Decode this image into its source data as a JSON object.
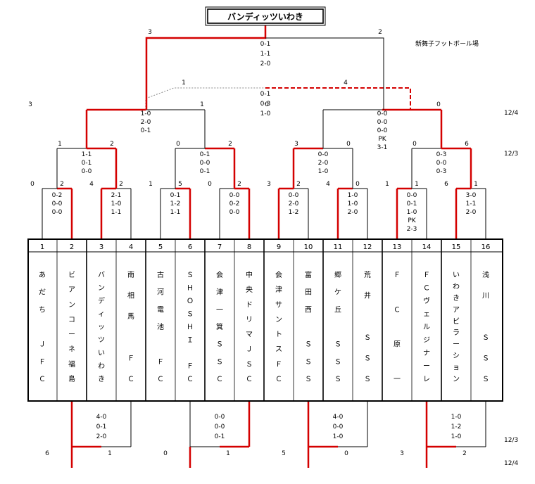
{
  "title": "バンディッツいわき",
  "venue": "新舞子フットボール場",
  "dates": {
    "d124_top": "12/4",
    "d123_top": "12/3",
    "d123_bottom": "12/3",
    "d124_bottom": "12/4"
  },
  "teams": [
    {
      "num": "1",
      "name": "あだち　ＪＦＣ"
    },
    {
      "num": "2",
      "name": "ビアンコーネ福島"
    },
    {
      "num": "3",
      "name": "バンディッツいわき"
    },
    {
      "num": "4",
      "name": "南相馬　ＦＣ"
    },
    {
      "num": "5",
      "name": "古河電池　ＦＣ"
    },
    {
      "num": "6",
      "name": "ＳＨＯＳＨＩ　ＦＣ"
    },
    {
      "num": "7",
      "name": "会津一箕ＳＳＣ"
    },
    {
      "num": "8",
      "name": "中央ドリマＪＳＣ"
    },
    {
      "num": "9",
      "name": "会津サントスＦＣ"
    },
    {
      "num": "10",
      "name": "富田西　ＳＳＳ"
    },
    {
      "num": "11",
      "name": "郷ケ丘　ＳＳＳ"
    },
    {
      "num": "12",
      "name": "荒井　ＳＳＳ"
    },
    {
      "num": "13",
      "name": "ＦＣ原一"
    },
    {
      "num": "14",
      "name": "ＦＣヴェルジナーレ"
    },
    {
      "num": "15",
      "name": "いわきアビラーション"
    },
    {
      "num": "16",
      "name": "浅川　ＳＳＳ"
    }
  ],
  "r1": [
    {
      "l": "0",
      "r": "2",
      "periods": [
        "0-2",
        "0-0",
        "0-0"
      ]
    },
    {
      "l": "4",
      "r": "2",
      "periods": [
        "2-1",
        "1-0",
        "1-1"
      ]
    },
    {
      "l": "1",
      "r": "5",
      "periods": [
        "0-1",
        "1-2",
        "1-1"
      ]
    },
    {
      "l": "0",
      "r": "2",
      "periods": [
        "0-0",
        "0-2",
        "0-0"
      ]
    },
    {
      "l": "3",
      "r": "2",
      "periods": [
        "0-0",
        "2-0",
        "1-2"
      ]
    },
    {
      "l": "4",
      "r": "0",
      "periods": [
        "1-0",
        "1-0",
        "2-0"
      ]
    },
    {
      "l": "1",
      "r": "1",
      "periods": [
        "0-0",
        "0-1",
        "1-0",
        "PK",
        "2-3"
      ]
    },
    {
      "l": "6",
      "r": "1",
      "periods": [
        "3-0",
        "1-1",
        "2-0"
      ]
    }
  ],
  "r2": [
    {
      "l": "1",
      "r": "2",
      "periods": [
        "1-1",
        "0-1",
        "0-0"
      ]
    },
    {
      "l": "0",
      "r": "2",
      "periods": [
        "0-1",
        "0-0",
        "0-1"
      ]
    },
    {
      "l": "3",
      "r": "0",
      "periods": [
        "0-0",
        "2-0",
        "1-0"
      ]
    },
    {
      "l": "0",
      "r": "6",
      "periods": [
        "0-3",
        "0-0",
        "0-3"
      ]
    }
  ],
  "sf": [
    {
      "l": "3",
      "r": "1",
      "periods": [
        "1-0",
        "2-0",
        "0-1"
      ]
    },
    {
      "l": "0",
      "r": "0",
      "periods": [
        "0-0",
        "0-0",
        "0-0",
        "PK",
        "3-1"
      ]
    }
  ],
  "third": {
    "l": "1",
    "r": "4",
    "periods": [
      "0-1",
      "0-3",
      "1-0"
    ]
  },
  "final": {
    "l": "3",
    "r": "2",
    "periods": [
      "0-1",
      "1-1",
      "2-0"
    ]
  },
  "bottom": [
    {
      "l": "6",
      "r": "1",
      "periods": [
        "4-0",
        "0-1",
        "2-0"
      ]
    },
    {
      "l": "0",
      "r": "1",
      "periods": [
        "0-0",
        "0-0",
        "0-1"
      ]
    },
    {
      "l": "5",
      "r": "0",
      "periods": [
        "4-0",
        "0-0",
        "1-0"
      ]
    },
    {
      "l": "3",
      "r": "2",
      "periods": [
        "1-0",
        "1-2",
        "1-0"
      ]
    }
  ],
  "colors": {
    "winner": "#d40000",
    "line": "#000000",
    "third_line": "#888888"
  }
}
